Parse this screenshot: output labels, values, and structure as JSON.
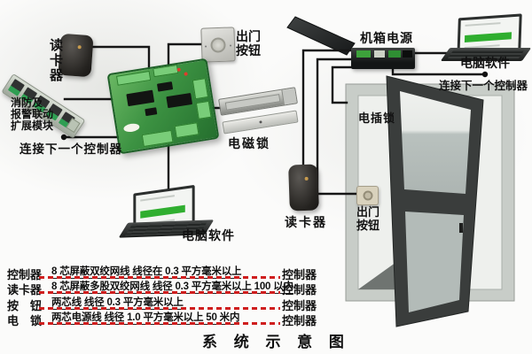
{
  "title": "系 统 示 意 图",
  "labels": {
    "reader_left": "读卡器",
    "exit_button_top": "出门\n按钮",
    "fire_module": "消防及\n报警联动\n扩展模块",
    "connect_next_left": "连接下一个控制器",
    "maglock": "电磁锁",
    "pc_software_bottom": "电脑软件",
    "power_box": "机箱电源",
    "pc_software_top": "电脑软件",
    "connect_next_right": "连接下一个控制器",
    "bolt_lock": "电插锁",
    "reader_right": "读卡器",
    "exit_button_right": "出门\n按钮"
  },
  "spec_rows": [
    {
      "left": "控制器",
      "spec": "8 芯屏蔽双绞网线  线径在 0.3 平方毫米以上",
      "right": "控制器"
    },
    {
      "left": "读卡器",
      "spec": "8 芯屏蔽多股双绞网线  线径 0.3 平方毫米以上  100 以内",
      "right": "控制器"
    },
    {
      "left": "按　钮",
      "spec": "两芯线  线径 0.3 平方毫米以上",
      "right": "控制器"
    },
    {
      "left": "电　锁",
      "spec": "两芯电源线  线径 1.0 平方毫米以上  50 米内",
      "right": "控制器"
    }
  ],
  "colors": {
    "wire_black": "#161616",
    "dash_red": "#cf1d1d",
    "pcb_green": "#3c9242",
    "door_frame_dark": "#3a3d3c",
    "wall_grey": "#c8cdc8",
    "screen_progress_green": "#2fae2f"
  }
}
